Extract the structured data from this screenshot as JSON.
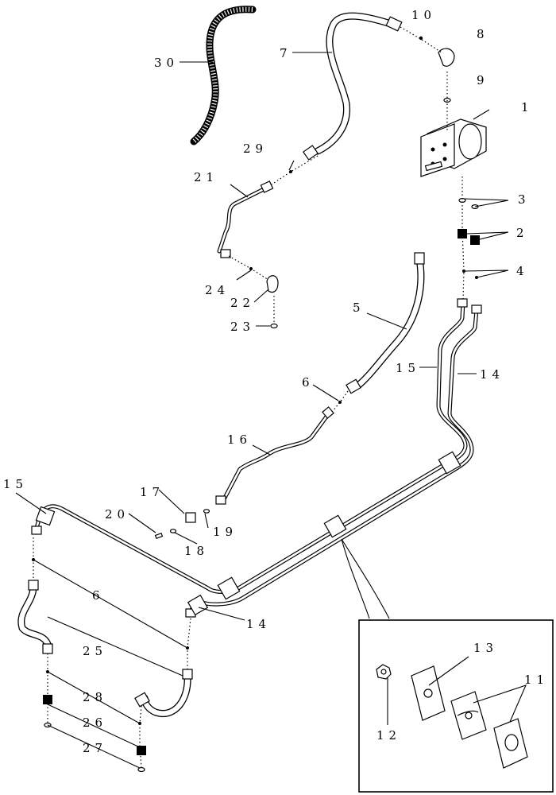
{
  "callouts": [
    "1",
    "2",
    "3",
    "4",
    "5",
    "6",
    "7",
    "8",
    "9",
    "10",
    "11",
    "12",
    "13",
    "14",
    "15",
    "16",
    "17",
    "18",
    "19",
    "20",
    "21",
    "22",
    "23",
    "24",
    "25",
    "26",
    "27",
    "28",
    "29",
    "30"
  ],
  "labels": {
    "l1": "1",
    "l2": "2",
    "l3": "3",
    "l4": "4",
    "l5": "5",
    "l6a": "6",
    "l6b": "6",
    "l7": "7",
    "l8": "8",
    "l9": "9",
    "l10": "10",
    "l11": "11",
    "l12": "12",
    "l13": "13",
    "l14a": "14",
    "l14b": "14",
    "l15a": "15",
    "l15b": "15",
    "l16": "16",
    "l17": "17",
    "l18": "18",
    "l19": "19",
    "l20": "20",
    "l21": "21",
    "l22": "22",
    "l23": "23",
    "l24": "24",
    "l25": "25",
    "l26": "26",
    "l27": "27",
    "l28": "28",
    "l29": "29",
    "l30": "30"
  }
}
